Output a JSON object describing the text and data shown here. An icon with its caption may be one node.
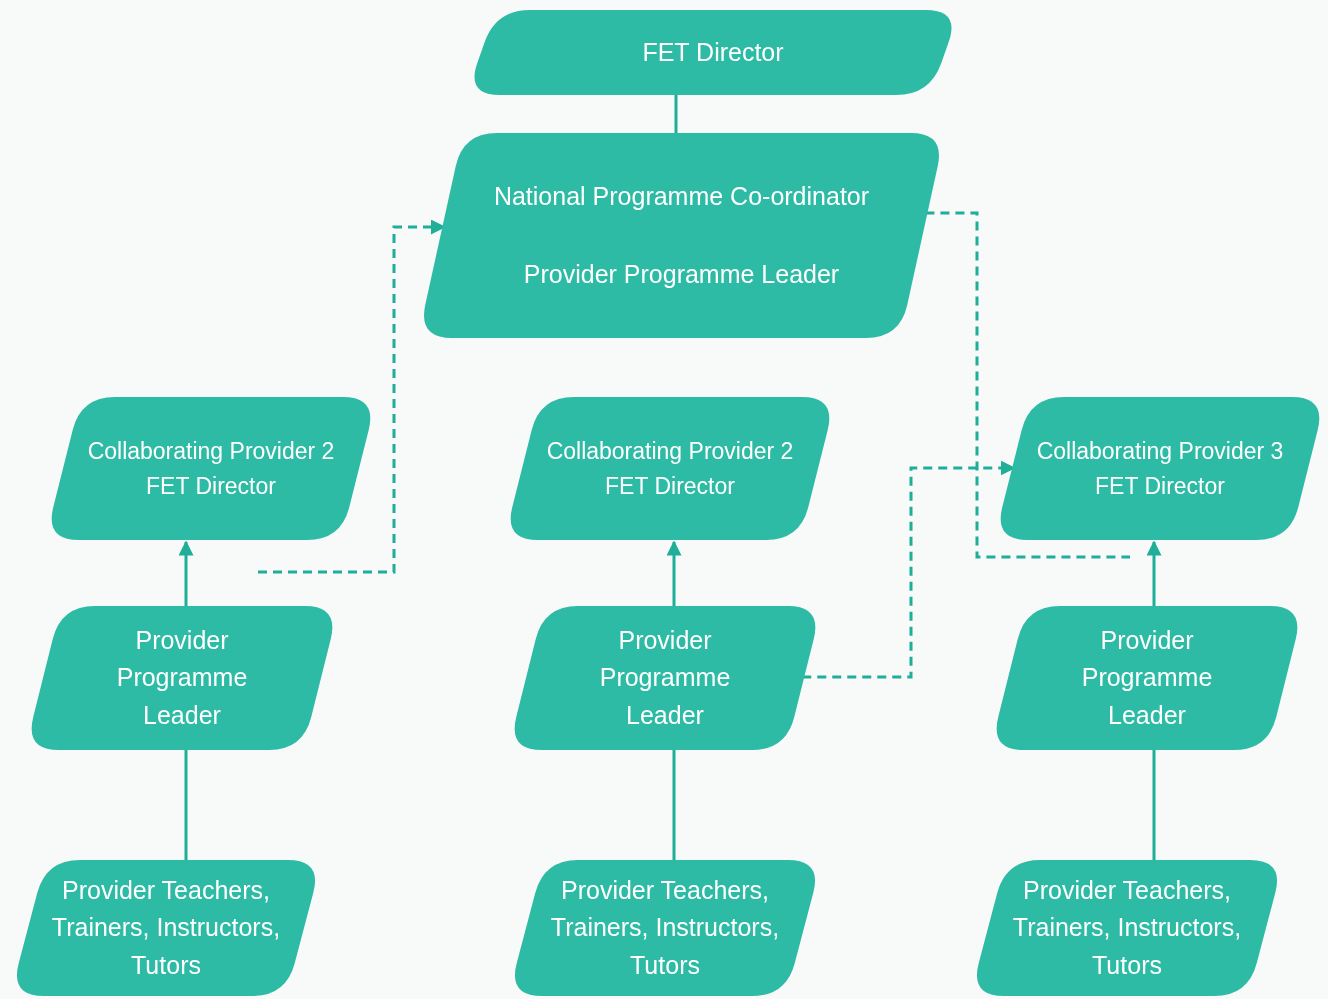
{
  "diagram": {
    "nodes": [
      {
        "text": [
          "FET Director"
        ]
      },
      {
        "text": [
          "National Programme Co-ordinator",
          "Provider Programme Leader"
        ]
      },
      {
        "text": [
          "Collaborating Provider 2",
          "FET Director"
        ]
      },
      {
        "text": [
          "Collaborating Provider 2",
          "FET Director"
        ]
      },
      {
        "text": [
          "Collaborating Provider 3",
          "FET Director"
        ]
      },
      {
        "text": [
          "Provider Programme Leader"
        ]
      },
      {
        "text": [
          "Provider Programme Leader"
        ]
      },
      {
        "text": [
          "Provider Programme Leader"
        ]
      },
      {
        "text": [
          "Provider Teachers, Trainers, Instructors, Tutors"
        ]
      },
      {
        "text": [
          "Provider Teachers, Trainers, Instructors, Tutors"
        ]
      },
      {
        "text": [
          "Provider Teachers, Trainers, Instructors, Tutors"
        ]
      }
    ],
    "edges": [
      {
        "from": 0,
        "to": 1,
        "arrow": "none"
      },
      {
        "from": 5,
        "to": 2,
        "arrow": "to"
      },
      {
        "from": 6,
        "to": 3,
        "arrow": "to"
      },
      {
        "from": 7,
        "to": 4,
        "arrow": "to"
      },
      {
        "from": 5,
        "to": 8,
        "arrow": "none"
      },
      {
        "from": 6,
        "to": 9,
        "arrow": "none"
      },
      {
        "from": 7,
        "to": 10,
        "arrow": "none"
      },
      {
        "from": null,
        "to": 1,
        "arrow": "to",
        "style": "dashed"
      },
      {
        "from": 1,
        "to": null,
        "arrow": "none",
        "style": "dashed"
      },
      {
        "from": 6,
        "to": 4,
        "arrow": "to",
        "style": "dashed"
      }
    ]
  }
}
